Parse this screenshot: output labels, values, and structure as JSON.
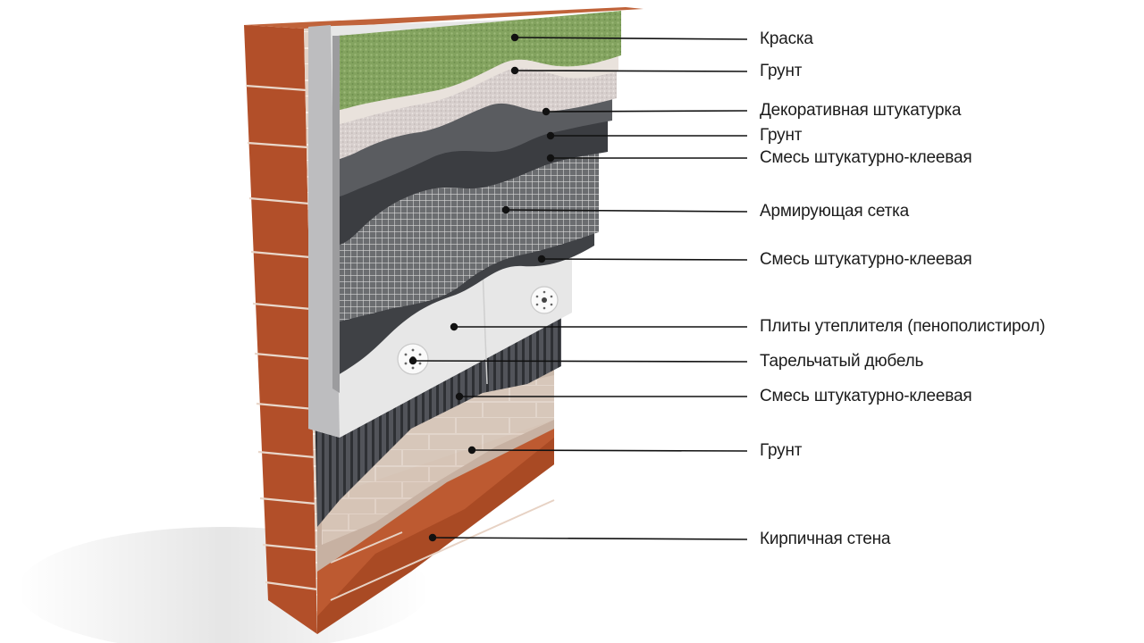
{
  "labels": [
    {
      "key": "paint",
      "text": "Краска"
    },
    {
      "key": "primer1",
      "text": "Грунт"
    },
    {
      "key": "deco",
      "text": "Декоративная штукатурка"
    },
    {
      "key": "primer2",
      "text": "Грунт"
    },
    {
      "key": "adhesive1",
      "text": "Смесь штукатурно-клеевая"
    },
    {
      "key": "mesh",
      "text": "Армирующая сетка"
    },
    {
      "key": "adhesive2",
      "text": "Смесь штукатурно-клеевая"
    },
    {
      "key": "insulation",
      "text": "Плиты утеплителя (пенополистирол)"
    },
    {
      "key": "dowel",
      "text": "Тарельчатый дюбель"
    },
    {
      "key": "adhesive3",
      "text": "Смесь штукатурно-клеевая"
    },
    {
      "key": "primer3",
      "text": "Грунт"
    },
    {
      "key": "brick",
      "text": "Кирпичная стена"
    }
  ],
  "colors": {
    "brick": "#b8562e",
    "brick_dark": "#8e3a1c",
    "mortar": "#e8d8cc",
    "concrete": "#c9b8ab",
    "primer_brick": "#b0a198",
    "adhesive_ribbed": "#4a4c50",
    "insulation": "#e6e6e6",
    "insulation_edge": "#b9b9bb",
    "mesh_base": "#6b6d70",
    "mesh_line": "#d6d6d6",
    "dark_coat": "#3c3e42",
    "deco_plaster": "#d5ccca",
    "paint_green": "#86a562",
    "leader_line": "#111111"
  }
}
